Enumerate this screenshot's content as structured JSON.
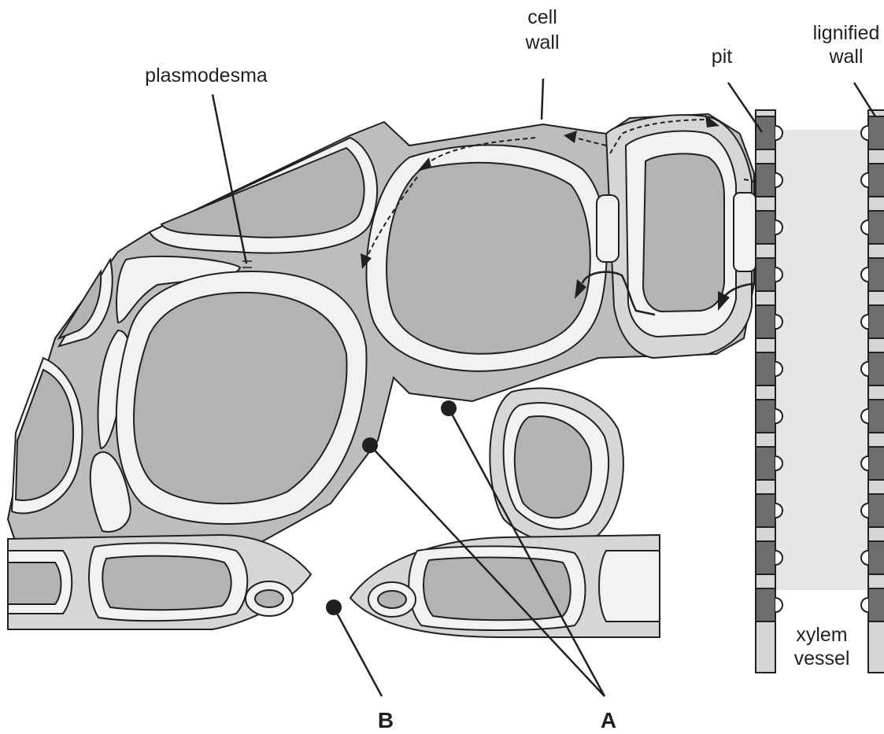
{
  "labels": {
    "cell_wall_line1": "cell",
    "cell_wall_line2": "wall",
    "plasmodesma": "plasmodesma",
    "pit": "pit",
    "lignified_line1": "lignified",
    "lignified_line2": "wall",
    "xylem_line1": "xylem",
    "xylem_line2": "vessel",
    "pointer_a": "A",
    "pointer_b": "B"
  },
  "colors": {
    "ink": "#231f20",
    "wall": "#d6d6d6",
    "vacuole": "#b3b3b3",
    "vessel_lumen": "#e6e6e6",
    "lignin": "#6d6d6d"
  }
}
